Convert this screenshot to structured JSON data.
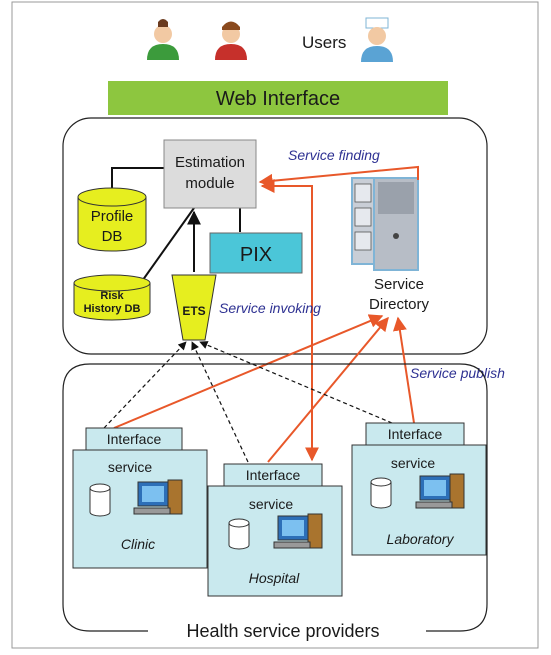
{
  "users": {
    "label": "Users",
    "icons": [
      "user-green-icon",
      "user-red-icon",
      "user-nurse-icon"
    ]
  },
  "web_interface": {
    "label": "Web Interface"
  },
  "estimation_module": {
    "line1": "Estimation",
    "line2": "module"
  },
  "profile_db": {
    "line1": "Profile",
    "line2": "DB"
  },
  "risk_history_db": {
    "line1": "Risk",
    "line2": "History DB"
  },
  "ets": {
    "label": "ETS"
  },
  "pix": {
    "label": "PIX"
  },
  "service_directory": {
    "line1": "Service",
    "line2": "Directory"
  },
  "edges": {
    "service_finding": "Service finding",
    "service_invoking": "Service invoking",
    "service_publish": "Service publish"
  },
  "providers": {
    "group_label": "Health service providers",
    "items": [
      {
        "interface_label": "Interface",
        "service_label": "service",
        "name": "Clinic"
      },
      {
        "interface_label": "Interface",
        "service_label": "service",
        "name": "Hospital"
      },
      {
        "interface_label": "Interface",
        "service_label": "service",
        "name": "Laboratory"
      }
    ]
  },
  "colors": {
    "web_interface_fill": "#8dc63f",
    "db_fill": "#e6ee1f",
    "pix_fill": "#4bc6d8",
    "estimation_fill": "#dcdcdc",
    "provider_fill": "#c9e9ee",
    "arrow_orange": "#e8582a",
    "label_blue": "#2e3192"
  }
}
